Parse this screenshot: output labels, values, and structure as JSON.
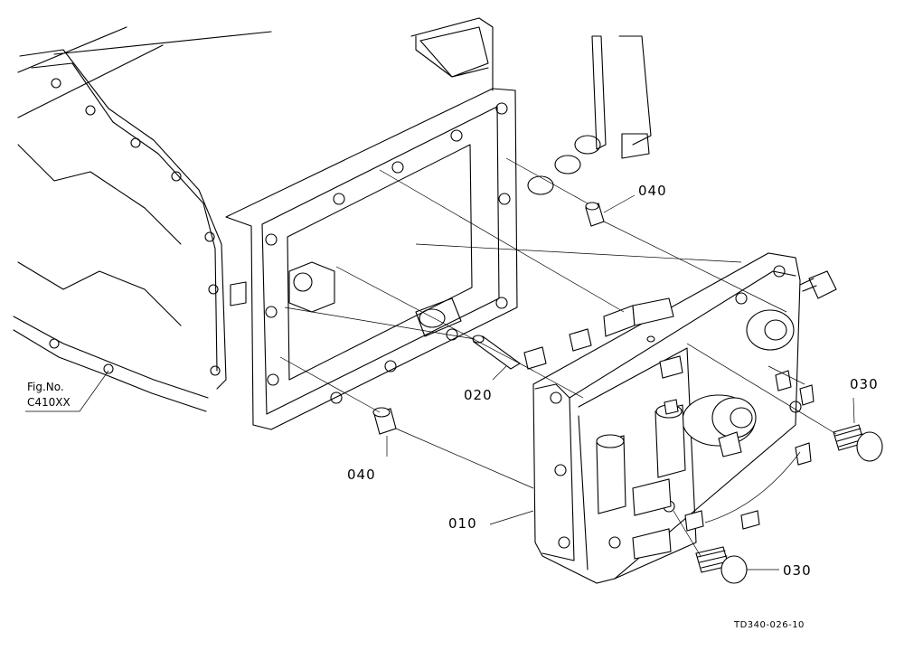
{
  "figure_reference": {
    "line1": "Fig.No.",
    "line2": "C410XX"
  },
  "callouts": [
    {
      "id": "010",
      "label": "010"
    },
    {
      "id": "020",
      "label": "020"
    },
    {
      "id": "030a",
      "label": "030"
    },
    {
      "id": "030b",
      "label": "030"
    },
    {
      "id": "040a",
      "label": "040"
    },
    {
      "id": "040b",
      "label": "040"
    }
  ],
  "drawing_code": "TD340-026-10"
}
